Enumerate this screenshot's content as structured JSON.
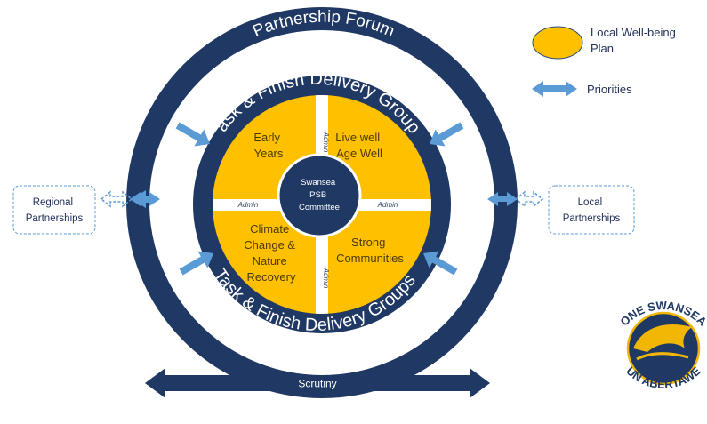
{
  "outer_ring": {
    "title": "Partnership Forum"
  },
  "inner_ring": {
    "top_label": "Task & Finish Delivery Groups",
    "bottom_label": "Task & Finish Delivery Groups"
  },
  "center": {
    "line1": "Swansea",
    "line2": "PSB",
    "line3": "Committee"
  },
  "quadrants": {
    "top_left": [
      "Early",
      "Years"
    ],
    "top_right": [
      "Live well",
      "Age Well"
    ],
    "bottom_left": [
      "Climate",
      "Change &",
      "Nature",
      "Recovery"
    ],
    "bottom_right": [
      "Strong",
      "Communities"
    ]
  },
  "admin_labels": {
    "top": "Admin",
    "left": "Admin",
    "right": "Admin",
    "bottom": "Admin"
  },
  "side_boxes": {
    "left": [
      "Regional",
      "Partnerships"
    ],
    "right": [
      "Local",
      "Partnerships"
    ]
  },
  "legend": {
    "plan_label": [
      "Local Well-being",
      "Plan"
    ],
    "priorities_label": "Priorities"
  },
  "scrutiny": {
    "label": "Scrutiny"
  },
  "logo": {
    "top_text": "ONE SWANSEA",
    "bottom_text": "UN ABERTAWE"
  },
  "colors": {
    "navy": "#1f3864",
    "gold": "#ffc000",
    "arrow_blue": "#5b9bd5",
    "box_border": "#5b9bd5"
  }
}
